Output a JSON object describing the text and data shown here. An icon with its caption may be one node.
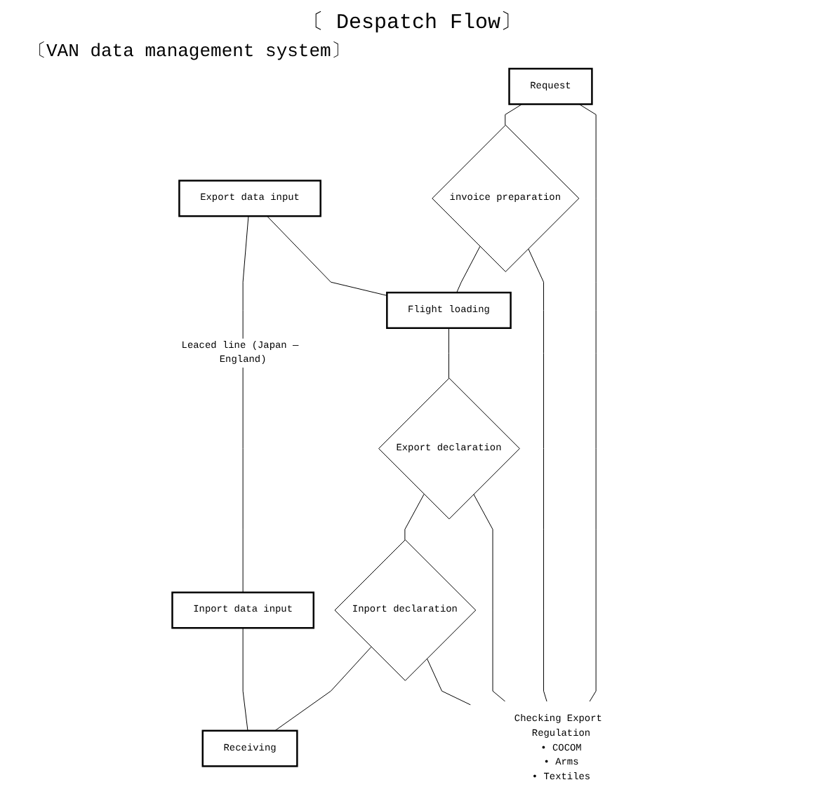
{
  "diagram": {
    "title": "〔 Despatch Flow〕",
    "nodes": [
      {
        "text": [
          "Request"
        ]
      },
      {
        "text": [
          "invoice preparation"
        ]
      },
      {
        "text": [
          "Export data input"
        ]
      },
      {
        "text": [
          "Flight loading"
        ]
      },
      {
        "text": [
          "Export declaration"
        ]
      },
      {
        "text": [
          "Inport declaration"
        ]
      },
      {
        "text": [
          "Inport data input"
        ]
      },
      {
        "text": [
          "Receiving"
        ]
      },
      {
        "text": [
          "Checking Export Regulation",
          "• COCOM",
          "• Arms",
          "• Textiles"
        ]
      }
    ],
    "edges": [
      {
        "from": 0,
        "to": 1,
        "arrow": "none"
      },
      {
        "from": 1,
        "to": 3,
        "arrow": "none"
      },
      {
        "from": 2,
        "to": 3,
        "arrow": "none"
      },
      {
        "from": 3,
        "to": 4,
        "arrow": "none"
      },
      {
        "from": 4,
        "to": 5,
        "arrow": "none"
      },
      {
        "from": 5,
        "to": 7,
        "arrow": "none"
      },
      {
        "from": 6,
        "to": 7,
        "arrow": "none"
      },
      {
        "from": 2,
        "to": 6,
        "arrow": "none",
        "label": "Leaced line (Japan — England)"
      },
      {
        "from": 0,
        "to": 8,
        "arrow": "none"
      },
      {
        "from": 1,
        "to": 8,
        "arrow": "none"
      },
      {
        "from": 4,
        "to": 8,
        "arrow": "none"
      },
      {
        "from": 5,
        "to": 8,
        "arrow": "none"
      }
    ],
    "labels": [
      "〔VAN data management system〕"
    ]
  }
}
